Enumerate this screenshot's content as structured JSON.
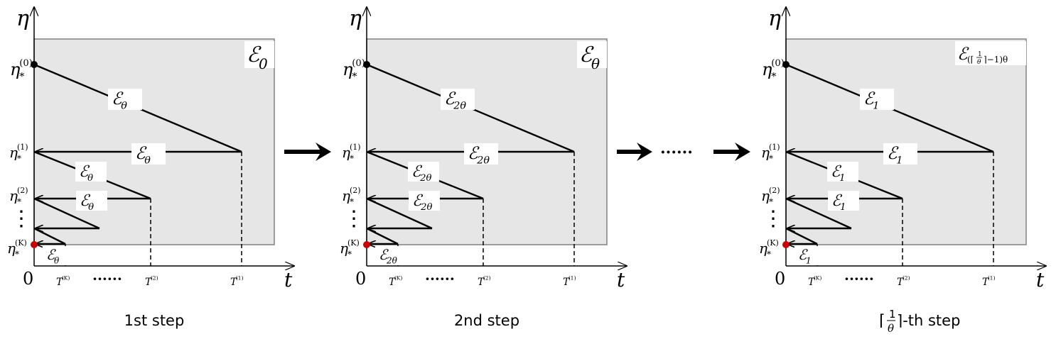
{
  "axes": {
    "y_label": "η",
    "x_label": "t",
    "origin": "0"
  },
  "levels": {
    "eta0": {
      "base": "η",
      "sub": "*",
      "sup": "(0)"
    },
    "eta1": {
      "base": "η",
      "sub": "*",
      "sup": "(1)"
    },
    "eta2": {
      "base": "η",
      "sub": "*",
      "sup": "(2)"
    },
    "etaK": {
      "base": "η",
      "sub": "*",
      "sup": "(K)"
    },
    "vdots": "⋮"
  },
  "times": {
    "tK": "T",
    "tK_sup": "(K)",
    "t2": "T",
    "t2_sup": "(2)",
    "t1": "T",
    "t1_sup": "(1)",
    "dots": "······"
  },
  "panels": [
    {
      "caption": "1st step",
      "region": {
        "base": "ℰ",
        "sub": "0"
      },
      "edge": {
        "base": "ℰ",
        "sub": "θ"
      }
    },
    {
      "caption": "2nd step",
      "region": {
        "base": "ℰ",
        "sub": "θ"
      },
      "edge": {
        "base": "ℰ",
        "sub": "2θ"
      }
    },
    {
      "caption_prefix": "⌈",
      "caption_num": "1",
      "caption_den": "θ",
      "caption_suffix": "⌉-th step",
      "region": {
        "base": "ℰ",
        "sub_pre": "(⌈",
        "sub_num": "1",
        "sub_den": "θ",
        "sub_post": "⌉−1)θ"
      },
      "edge": {
        "base": "ℰ",
        "sub": "1"
      }
    }
  ],
  "between": {
    "dots": "······"
  },
  "colors": {
    "region_fill": "#e6e6e6",
    "region_stroke": "#808080",
    "line": "#000000",
    "endpoint_red": "#cc0000",
    "endpoint_black": "#000000"
  }
}
